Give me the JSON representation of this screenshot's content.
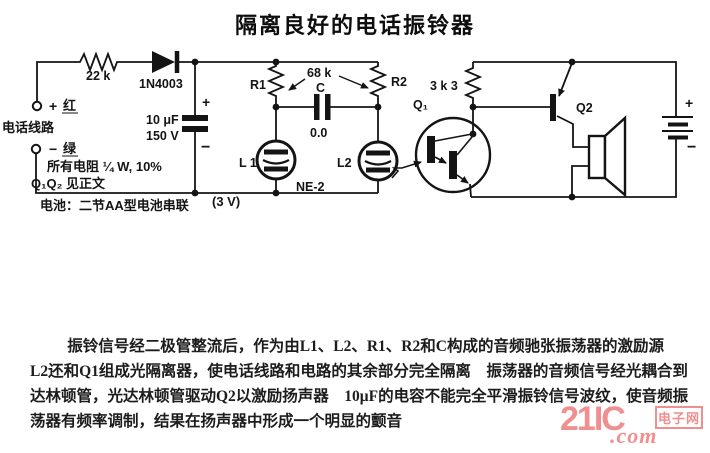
{
  "title": "隔离良好的电话振铃器",
  "circuit": {
    "r_series_value": "22 k",
    "diode_part": "1N4003",
    "plus": "+",
    "minus": "−",
    "filter_cap_value": "10 μF",
    "filter_cap_voltage": "150 V",
    "phone_line_label": "电话线路",
    "red_label": "红",
    "green_label": "绿",
    "resistor_note": "所有电阻  ¼ W, 10%",
    "q_note": "Q₁Q₂ 见正文",
    "battery_note": "电池：二节AA型电池串联",
    "battery_voltage": "(3 V)",
    "r1_label": "R1",
    "r2_label": "R2",
    "r1r2_value": "68 k",
    "osc_cap_label": "C",
    "osc_cap_value": "0.0",
    "lamp1_label": "L 1",
    "lamp2_label": "L2",
    "lamp_type": "NE-2",
    "q1_label": "Q₁",
    "r3_value": "3 k 3",
    "q2_label": "Q2"
  },
  "description": {
    "lines": [
      "振铃信号经二极管整流后，作为由L1、L2、R1、R2和C构成的音频驰张振荡器的激励源",
      "L2还和Q1组成光隔离器，使电话线路和电路的其余部分完全隔离　振荡器的音频信号经光耦合到",
      "达林顿管，光达林顿管驱动Q2以激励扬声器　10μF的电容不能完全平滑振铃信号波纹，使音频振",
      "荡器有频率调制，结果在扬声器中形成一个明显的颤音"
    ]
  },
  "watermark": {
    "brand": "21IC",
    "site": "电子网",
    "domain": ".com",
    "color": "#ef8f8f"
  }
}
